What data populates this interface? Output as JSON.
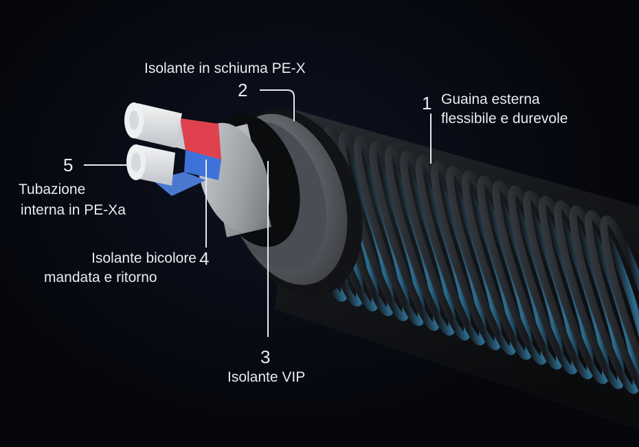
{
  "labels": [
    {
      "number": "1",
      "lines": [
        "Guaina esterna",
        "flessibile e durevole"
      ]
    },
    {
      "number": "2",
      "lines": [
        "Isolante in schiuma PE-X"
      ]
    },
    {
      "number": "3",
      "lines": [
        "Isolante VIP"
      ]
    },
    {
      "number": "4",
      "lines": [
        "Isolante bicolore",
        "mandata e ritorno"
      ]
    },
    {
      "number": "5",
      "lines": [
        "Tubazione",
        "interna in PE-Xa"
      ]
    }
  ],
  "colors": {
    "background": "#06070d",
    "outer_jacket": "#17191d",
    "jacket_highlight": "#4c8fb0",
    "pex_foam": "#5f6268",
    "vip_insulation": "#a7aaae",
    "insulation_red": "#e0414f",
    "insulation_blue": "#3f72d8",
    "inner_pipe": "#e4e7ea",
    "text": "#e9ecf1"
  }
}
